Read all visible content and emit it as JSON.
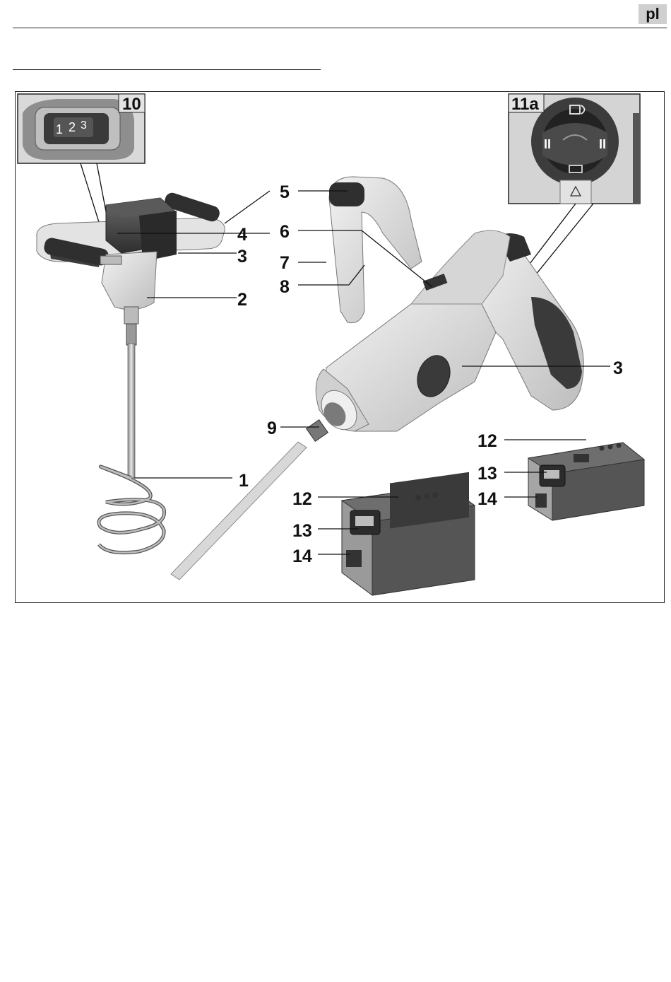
{
  "header": {
    "language_badge": "pl"
  },
  "figure": {
    "insets": {
      "speed_selector": "10",
      "gear_switch": "11a"
    },
    "speed_dial_digits": [
      "1",
      "2",
      "3"
    ],
    "gear_positions": [
      "I",
      "II"
    ],
    "callouts": {
      "c1": "1",
      "c2": "2",
      "c3a": "3",
      "c3b": "3",
      "c4": "4",
      "c5": "5",
      "c6": "6",
      "c7": "7",
      "c8": "8",
      "c9": "9",
      "c12a": "12",
      "c13a": "13",
      "c14a": "14",
      "c12b": "12",
      "c13b": "13",
      "c14b": "14"
    }
  }
}
